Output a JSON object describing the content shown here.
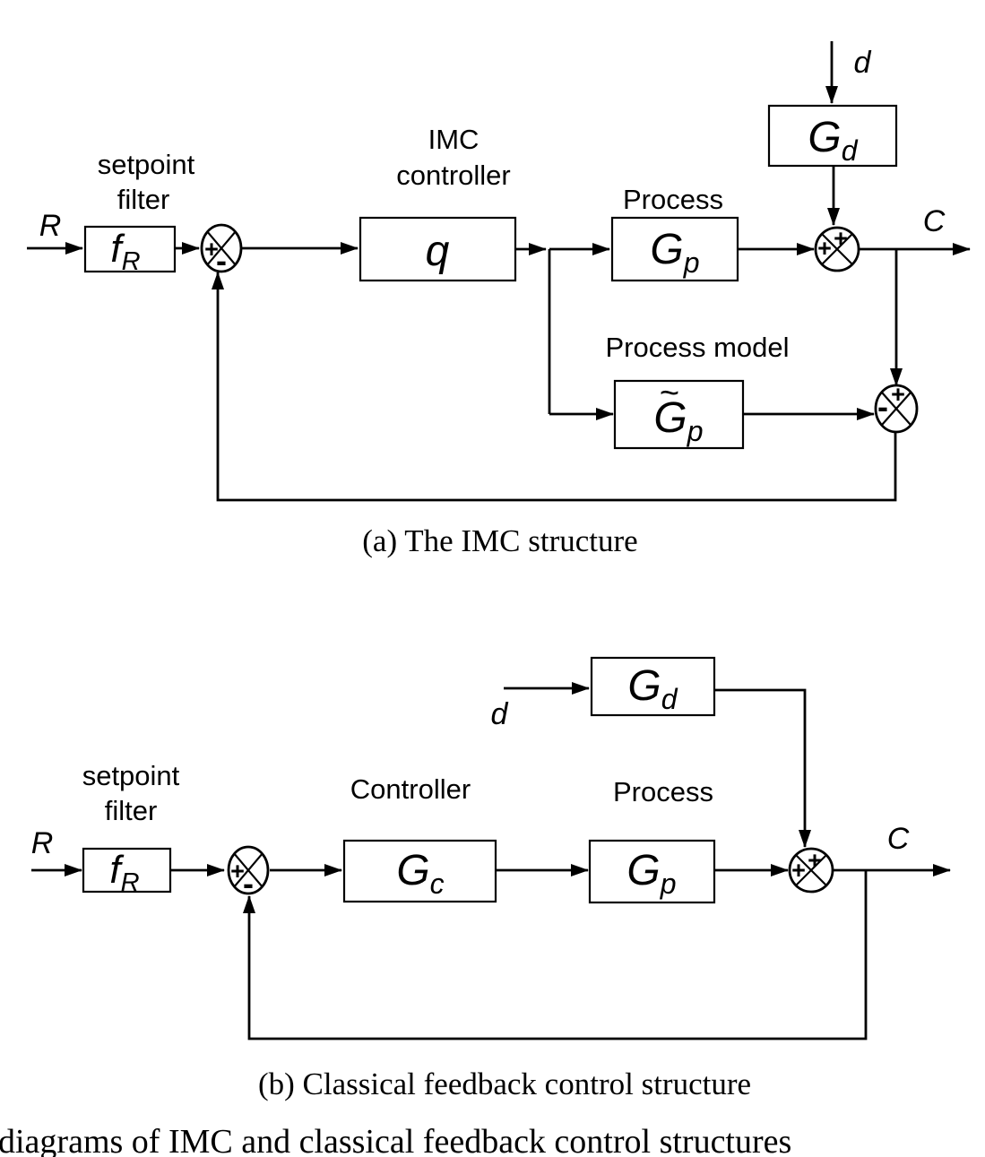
{
  "colors": {
    "ink": "#000000",
    "background": "#ffffff"
  },
  "caption_a": "(a) The IMC structure",
  "caption_b": "(b) Classical feedback control structure",
  "figure_caption_partial": "diagrams of IMC and classical feedback control structures",
  "diagram_a": {
    "setpoint_filter_label": [
      "setpoint",
      "filter"
    ],
    "controller_label": [
      "IMC",
      "controller"
    ],
    "process_label": "Process",
    "process_model_label": "Process model",
    "input_signal": "R",
    "disturbance_signal": "d",
    "output_signal": "C",
    "blocks": {
      "setpoint_filter": {
        "base": "f",
        "sub": "R"
      },
      "imc_controller": {
        "base": "q",
        "sub": ""
      },
      "process": {
        "base": "G",
        "sub": "p"
      },
      "disturbance": {
        "base": "G",
        "sub": "d"
      },
      "process_model": {
        "tilde": "~",
        "base": "G",
        "sub": "p"
      }
    },
    "sum_error": {
      "left": "+",
      "bottom": "-"
    },
    "sum_output": {
      "left": "+",
      "top": "+"
    },
    "sum_model": {
      "left": "-",
      "top": "+"
    }
  },
  "diagram_b": {
    "setpoint_filter_label": [
      "setpoint",
      "filter"
    ],
    "controller_label": "Controller",
    "process_label": "Process",
    "input_signal": "R",
    "disturbance_signal": "d",
    "output_signal": "C",
    "blocks": {
      "setpoint_filter": {
        "base": "f",
        "sub": "R"
      },
      "controller": {
        "base": "G",
        "sub": "c"
      },
      "process": {
        "base": "G",
        "sub": "p"
      },
      "disturbance": {
        "base": "G",
        "sub": "d"
      }
    },
    "sum_error": {
      "left": "+",
      "bottom": "-"
    },
    "sum_output": {
      "left": "+",
      "top": "+"
    }
  }
}
